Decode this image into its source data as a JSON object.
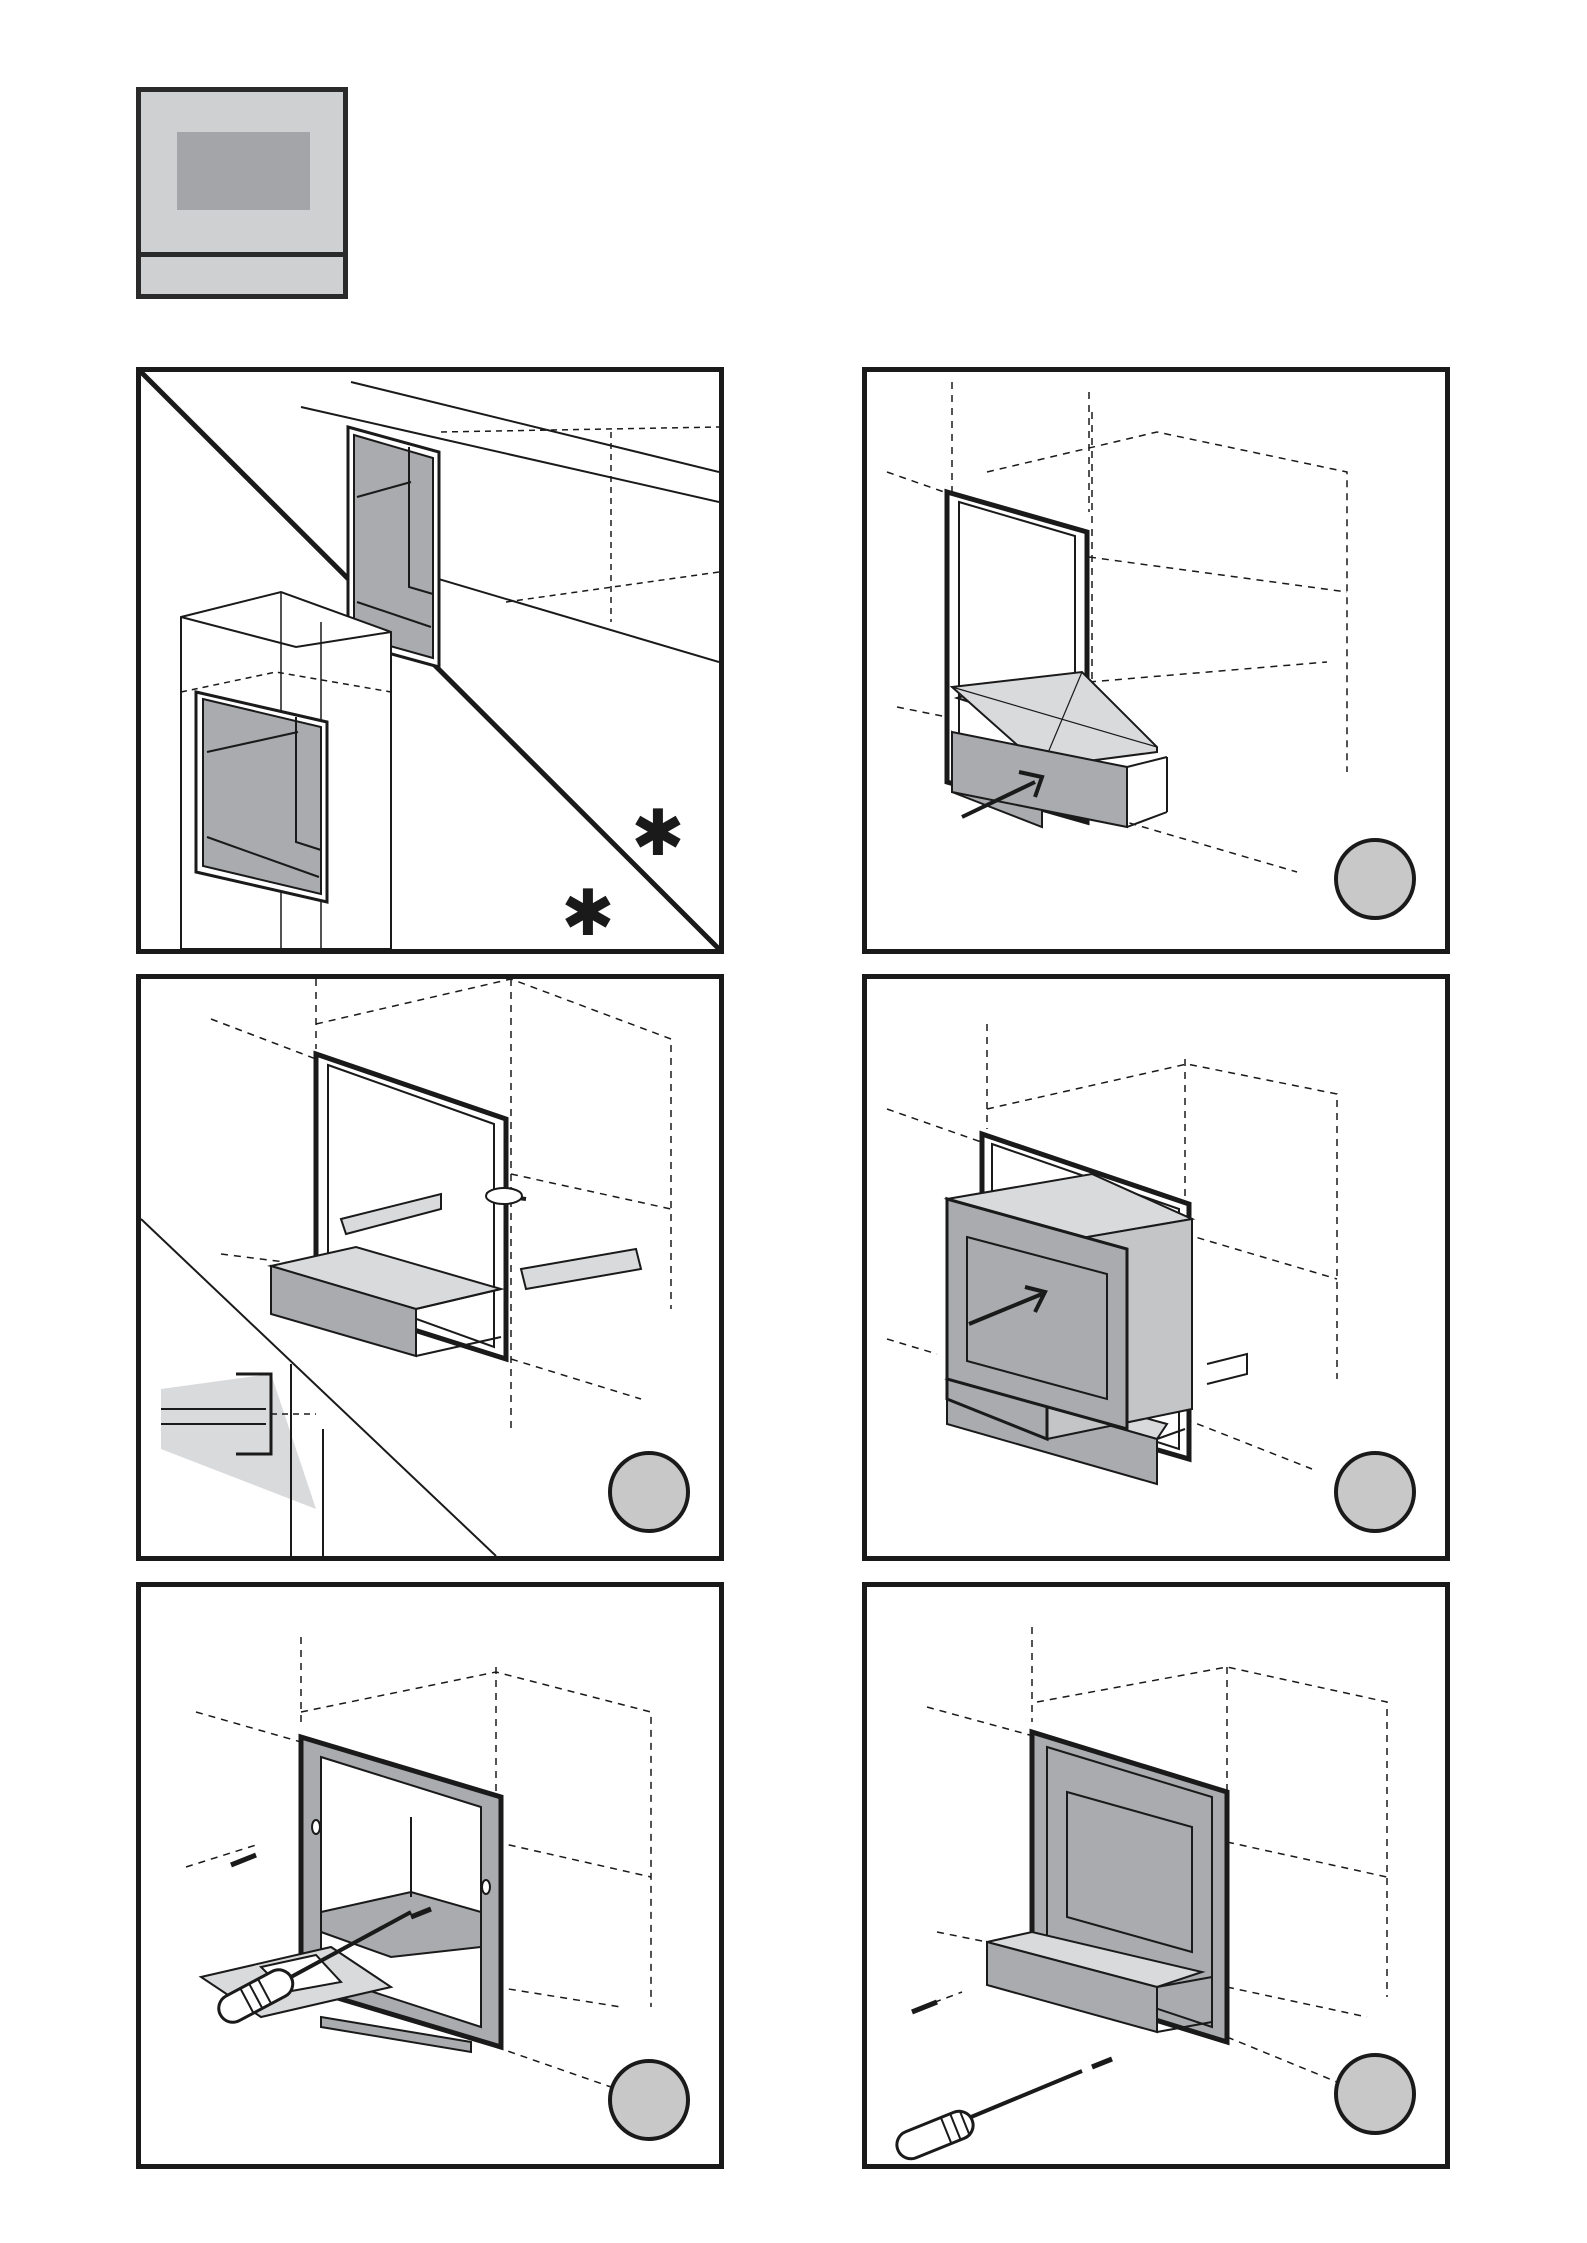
{
  "colors": {
    "line": "#1a1a1a",
    "panel_fill": "#a9abae",
    "light_fill": "#d9dadc",
    "step_circle": "#c8c8c8"
  },
  "icons": [
    "asterisk-icon",
    "asterisk-icon",
    "step-circle-icon",
    "screwdriver-icon",
    "screw-icon",
    "arrow-icon"
  ],
  "steps": [
    {
      "id": 1,
      "subject": "niche-options"
    },
    {
      "id": 2,
      "subject": "insert-drawer"
    },
    {
      "id": 3,
      "subject": "fix-rails"
    },
    {
      "id": 4,
      "subject": "insert-oven"
    },
    {
      "id": 5,
      "subject": "screw-frame"
    },
    {
      "id": 6,
      "subject": "screw-drawer"
    }
  ]
}
